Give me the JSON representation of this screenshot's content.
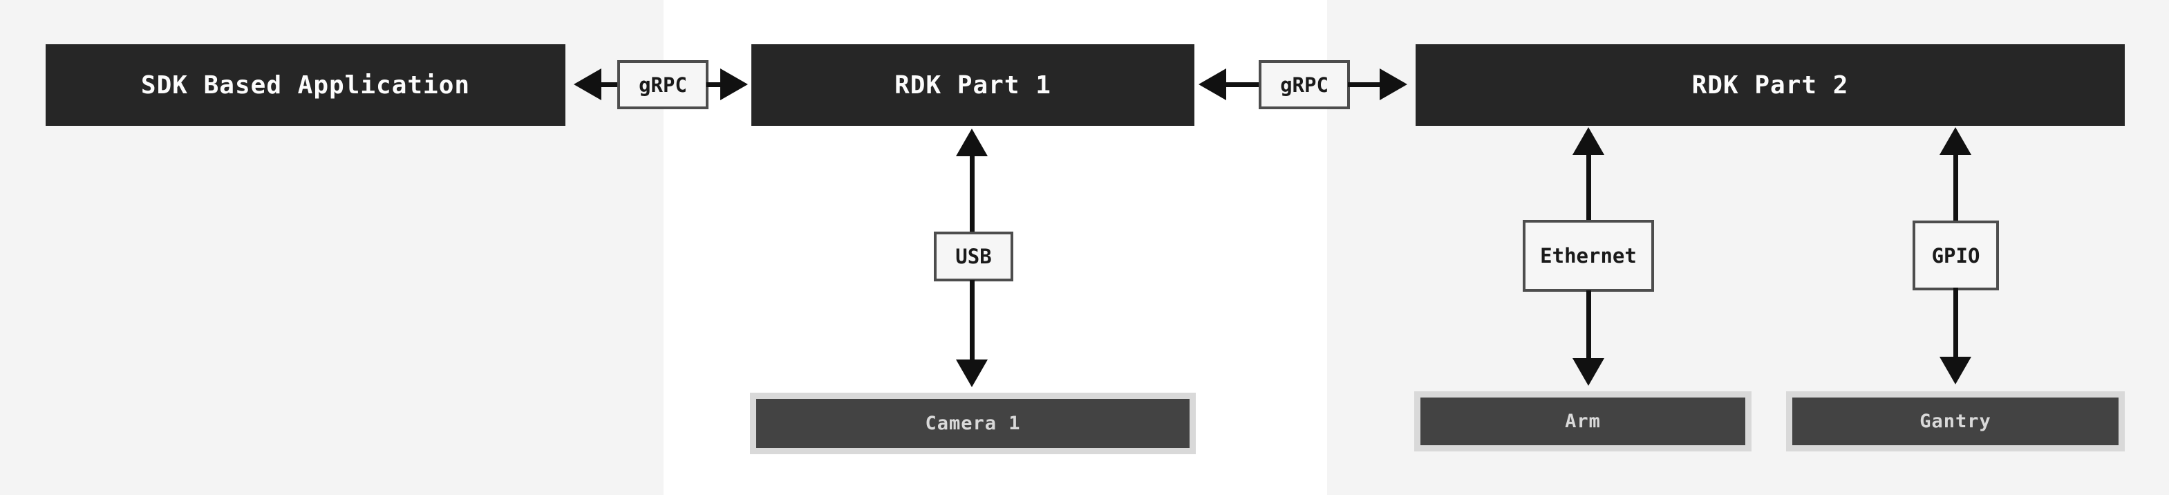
{
  "nodes": {
    "sdk_app": {
      "label": "SDK Based Application"
    },
    "rdk_part_1": {
      "label": "RDK Part 1"
    },
    "rdk_part_2": {
      "label": "RDK Part 2"
    }
  },
  "devices": {
    "camera_1": {
      "label": "Camera 1"
    },
    "arm": {
      "label": "Arm"
    },
    "gantry": {
      "label": "Gantry"
    }
  },
  "connectors": {
    "grpc_1": {
      "label": "gRPC",
      "from": "SDK Based Application",
      "to": "RDK Part 1",
      "direction": "bidirectional"
    },
    "grpc_2": {
      "label": "gRPC",
      "from": "RDK Part 1",
      "to": "RDK Part 2",
      "direction": "bidirectional"
    },
    "usb": {
      "label": "USB",
      "from": "RDK Part 1",
      "to": "Camera 1",
      "direction": "bidirectional"
    },
    "ethernet": {
      "label": "Ethernet",
      "from": "RDK Part 2",
      "to": "Arm",
      "direction": "bidirectional"
    },
    "gpio": {
      "label": "GPIO",
      "from": "RDK Part 2",
      "to": "Gantry",
      "direction": "bidirectional"
    }
  },
  "colors": {
    "background_side_panels": "#f4f4f4",
    "background_center": "#ffffff",
    "node_fill": "#262626",
    "node_text": "#fcfcfc",
    "device_fill": "#434343",
    "device_border": "#d9d9d9",
    "device_text": "#d9d9d9",
    "label_fill": "#f6f6f6",
    "label_border": "#4d4d4d",
    "label_text": "#1a1a1a",
    "arrow": "#111111"
  }
}
